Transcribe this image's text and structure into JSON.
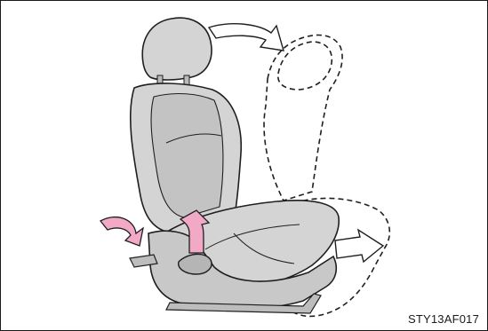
{
  "figure": {
    "code": "STY13AF017",
    "colors": {
      "seat_fill": "#d4d4d4",
      "seat_shade": "#c3c3c3",
      "outline": "#1f1f1f",
      "lever_arrow": "#f2a9c6",
      "movement_arrow": "#ffffff"
    },
    "icons": {
      "recline_lever_arrow": "curved-arrow-right",
      "lever_pull_arrow": "curved-arrow-up",
      "recline_motion_arrow": "curved-arrow-right",
      "slide_motion_arrow": "straight-arrow-right"
    }
  }
}
